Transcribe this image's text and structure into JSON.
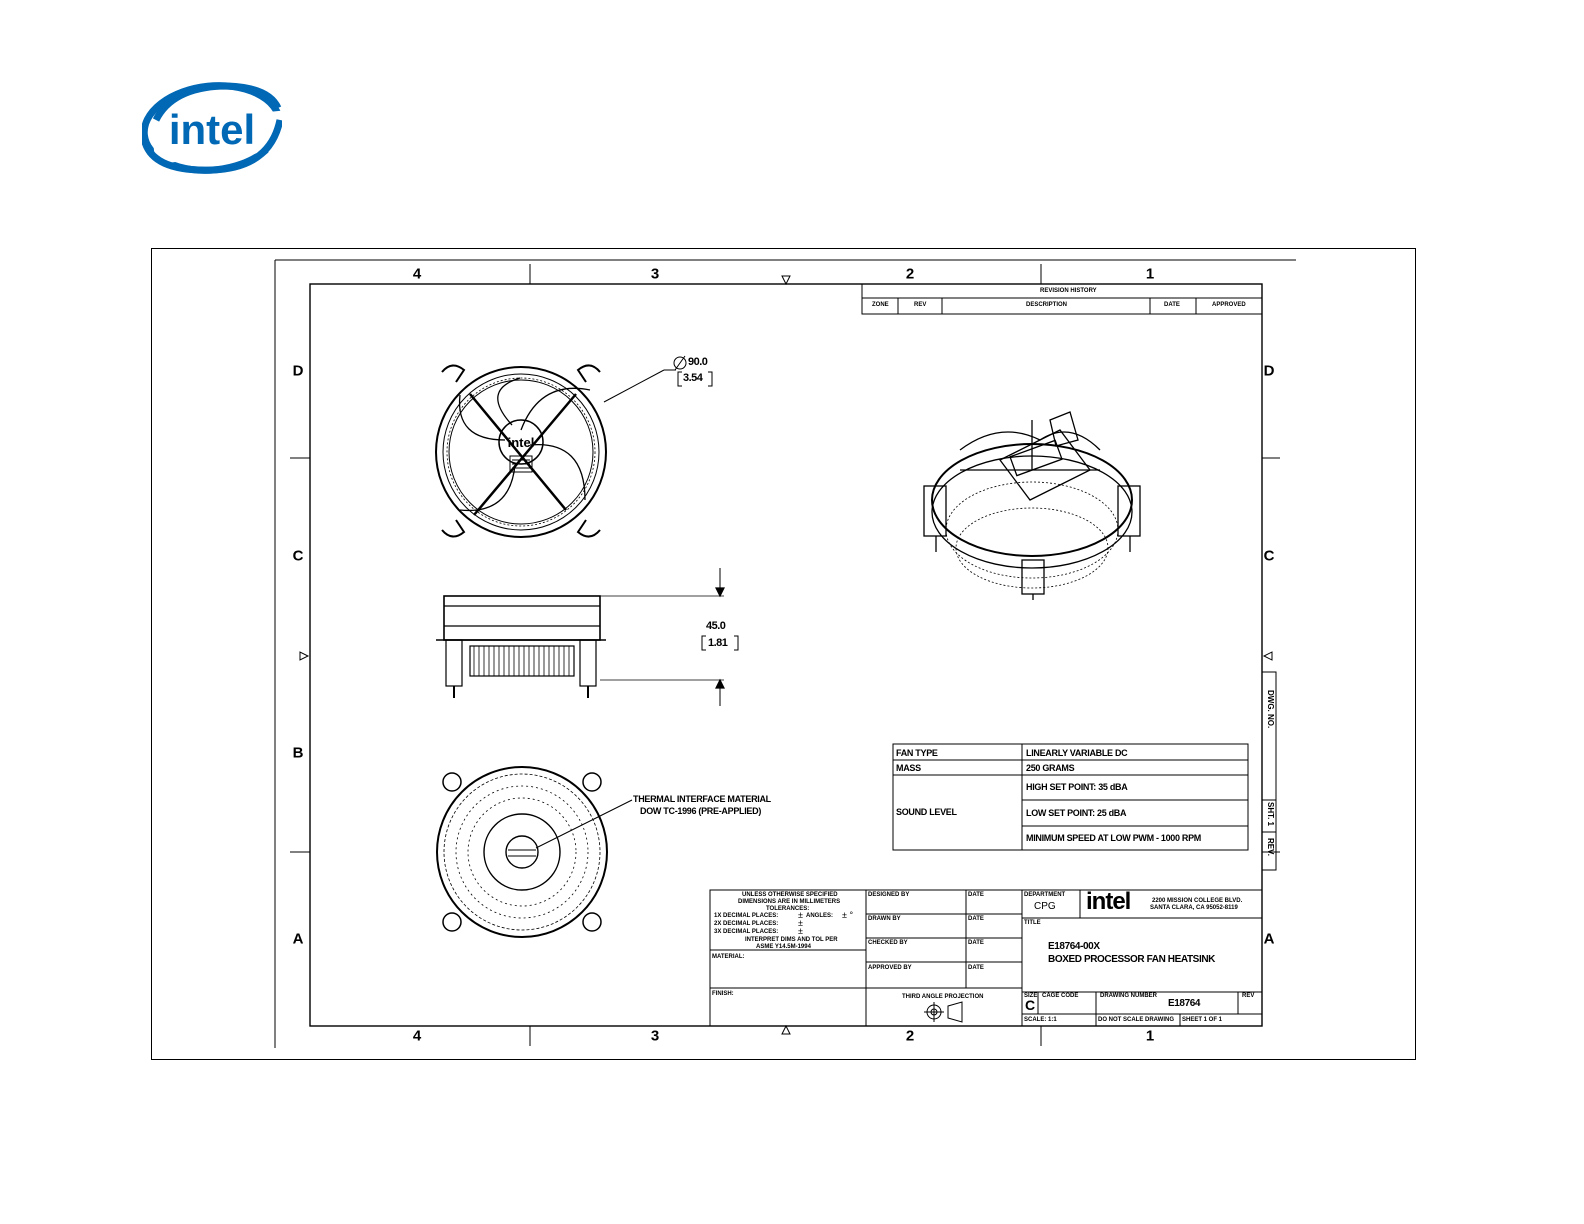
{
  "brand": {
    "logo_text": "intel",
    "color": "#0068b5"
  },
  "drawing": {
    "columns": [
      "4",
      "3",
      "2",
      "1"
    ],
    "rows": [
      "D",
      "C",
      "B",
      "A"
    ],
    "revision_block": {
      "header": "REVISION HISTORY",
      "columns": [
        "ZONE",
        "REV",
        "DESCRIPTION",
        "DATE",
        "APPROVED"
      ]
    },
    "dimensions": {
      "diameter_mm": "90.0",
      "diameter_in": "3.54",
      "height_mm": "45.0",
      "height_in": "1.81"
    },
    "callout": {
      "line1": "THERMAL INTERFACE MATERIAL",
      "line2": "DOW TC-1996 (PRE-APPLIED)"
    },
    "spec_table": {
      "fan_type_label": "FAN TYPE",
      "fan_type_value": "LINEARLY VARIABLE DC",
      "mass_label": "MASS",
      "mass_value": "250 GRAMS",
      "sound_label": "SOUND LEVEL",
      "sound_high": "HIGH SET POINT: 35 dBA",
      "sound_low": "LOW SET POINT: 25 dBA",
      "min_speed": "MINIMUM SPEED AT LOW PWM - 1000 RPM"
    },
    "title_block": {
      "unless_note1": "UNLESS OTHERWISE SPECIFIED",
      "unless_note2": "DIMENSIONS ARE IN MILLIMETERS",
      "tolerances": "TOLERANCES:",
      "tol1": "1X DECIMAL PLACES:",
      "tol2": "2X DECIMAL PLACES:",
      "tol3": "3X DECIMAL PLACES:",
      "angles": "ANGLES:",
      "interpret1": "INTERPRET DIMS AND TOL PER",
      "interpret2": "ASME Y14.5M-1994",
      "material": "MATERIAL:",
      "finish": "FINISH:",
      "designed_by": "DESIGNED BY",
      "drawn_by": "DRAWN BY",
      "checked_by": "CHECKED BY",
      "approved_by": "APPROVED BY",
      "date": "DATE",
      "third_angle": "THIRD ANGLE PROJECTION",
      "department_label": "DEPARTMENT",
      "department": "CPG",
      "address1": "2200 MISSION COLLEGE BLVD.",
      "address2": "SANTA CLARA, CA 95052-8119",
      "title_label": "TITLE",
      "title_line1": "E18764-00X",
      "title_line2": "BOXED PROCESSOR FAN HEATSINK",
      "size_label": "SIZE",
      "size": "C",
      "cage_label": "CAGE CODE",
      "dwg_label": "DRAWING NUMBER",
      "dwg_number": "E18764",
      "rev_label": "REV",
      "scale": "SCALE: 1:1",
      "do_not_scale": "DO NOT SCALE DRAWING",
      "sheet": "SHEET 1 OF 1",
      "side_dwg_no": "DWG. NO.",
      "side_sht": "SHT. 1",
      "side_rev": "REV."
    }
  }
}
